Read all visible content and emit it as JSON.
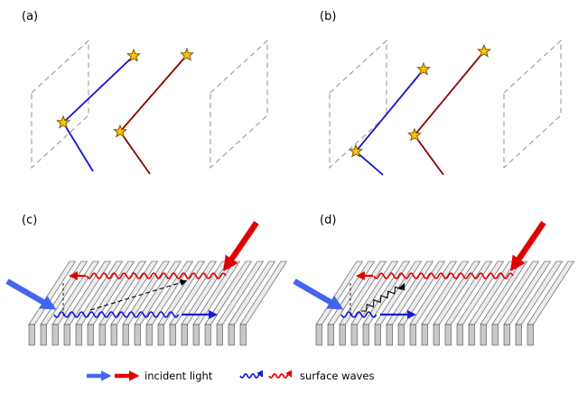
{
  "figure": {
    "panels": {
      "a": {
        "label": "(a)"
      },
      "b": {
        "label": "(b)"
      },
      "c": {
        "label": "(c)"
      },
      "d": {
        "label": "(d)"
      }
    },
    "legend": {
      "items": [
        {
          "icon": "incident-arrows-icon",
          "label": "incident light"
        },
        {
          "icon": "surface-wave-icon",
          "label": "surface waves"
        }
      ]
    },
    "colors": {
      "background": "#ffffff",
      "plane_dash": "#9a9a9a",
      "trajectory_blue": "#1414cc",
      "trajectory_red": "#8b0000",
      "star_fill": "#ffc400",
      "star_stroke": "#7a5500",
      "beam_blue": "#4466ee",
      "beam_red": "#e10000",
      "wave_blue": "#1a1ad8",
      "wave_red": "#e10000",
      "grating_top": "#ececec",
      "grating_front": "#c8c8c8",
      "annotation_black": "#000000"
    }
  }
}
